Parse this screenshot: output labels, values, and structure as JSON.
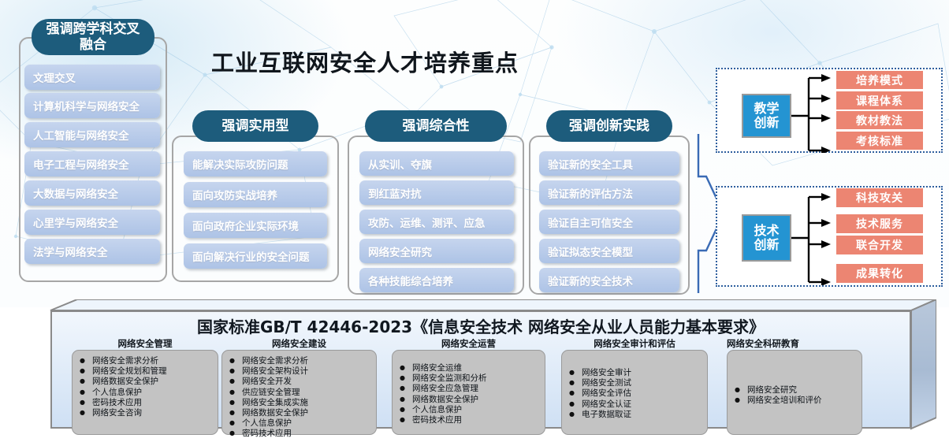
{
  "page_title": "工业互联网安全人才培养重点",
  "colors": {
    "head_teal": "#1d5c7c",
    "pill_blue": "#b4c7e7",
    "node_blue": "#2494d2",
    "orange": "#ec8572",
    "chevron_blue": "#3a6bb5",
    "dash_border": "#2e5f9e"
  },
  "columns": [
    {
      "id": "interdisciplinary",
      "head": "强调跨学科交叉\n融合",
      "items": [
        "文理交叉",
        "计算机科学与网络安全",
        "人工智能与网络安全",
        "电子工程与网络安全",
        "大数据与网络安全",
        "心里学与网络安全",
        "法学与网络安全"
      ]
    },
    {
      "id": "practical",
      "head": "强调实用型",
      "items": [
        "能解决实际攻防问题",
        "面向攻防实战培养",
        "面向政府企业实际环境",
        "面向解决行业的安全问题"
      ]
    },
    {
      "id": "comprehensive",
      "head": "强调综合性",
      "items": [
        "从实训、夺旗",
        "到红蓝对抗",
        "攻防、运维、测评、应急",
        "网络安全研究",
        "各种技能综合培养"
      ]
    },
    {
      "id": "innovative-practice",
      "head": "强调创新实践",
      "items": [
        "验证新的安全工具",
        "验证新的评估方法",
        "验证自主可信安全",
        "验证拟态安全模型",
        "验证新的安全技术"
      ]
    }
  ],
  "outcome_panels": [
    {
      "id": "teaching-innovation",
      "node": "教学\n创新",
      "node_line1": "教学",
      "node_line2": "创新",
      "items": [
        "培养模式",
        "课程体系",
        "教材教法",
        "考核标准"
      ]
    },
    {
      "id": "technical-innovation",
      "node": "技术\n创新",
      "node_line1": "技术",
      "node_line2": "创新",
      "items": [
        "科技攻关",
        "技术服务",
        "联合开发",
        "成果转化"
      ]
    }
  ],
  "standard_banner": {
    "title": "国家标准GB/T 42446-2023《信息安全技术 网络安全从业人员能力基本要求》",
    "cards": [
      {
        "title": "网络安全管理",
        "items": [
          "网络安全需求分析",
          "网络安全规划和管理",
          "网络数据安全保护",
          "个人信息保护",
          "密码技术应用",
          "网络安全咨询"
        ]
      },
      {
        "title": "网络安全建设",
        "items": [
          "网络安全需求分析",
          "网络安全架构设计",
          "网络安全开发",
          "供应链安全管理",
          "网络安全集成实施",
          "网络数据安全保护",
          "个人信息保护",
          "密码技术应用"
        ]
      },
      {
        "title": "网络安全运营",
        "items": [
          "网络安全运维",
          "网络安全监测和分析",
          "网络安全应急管理",
          "网络数据安全保护",
          "个人信息保护",
          "密码技术应用"
        ]
      },
      {
        "title": "网络安全审计和评估",
        "items": [
          "网络安全审计",
          "网络安全测试",
          "网络安全评估",
          "网络安全认证",
          "电子数据取证"
        ]
      },
      {
        "title": "网络安全科研教育",
        "items": [
          "网络安全研究",
          "网络安全培训和评价"
        ]
      }
    ]
  }
}
